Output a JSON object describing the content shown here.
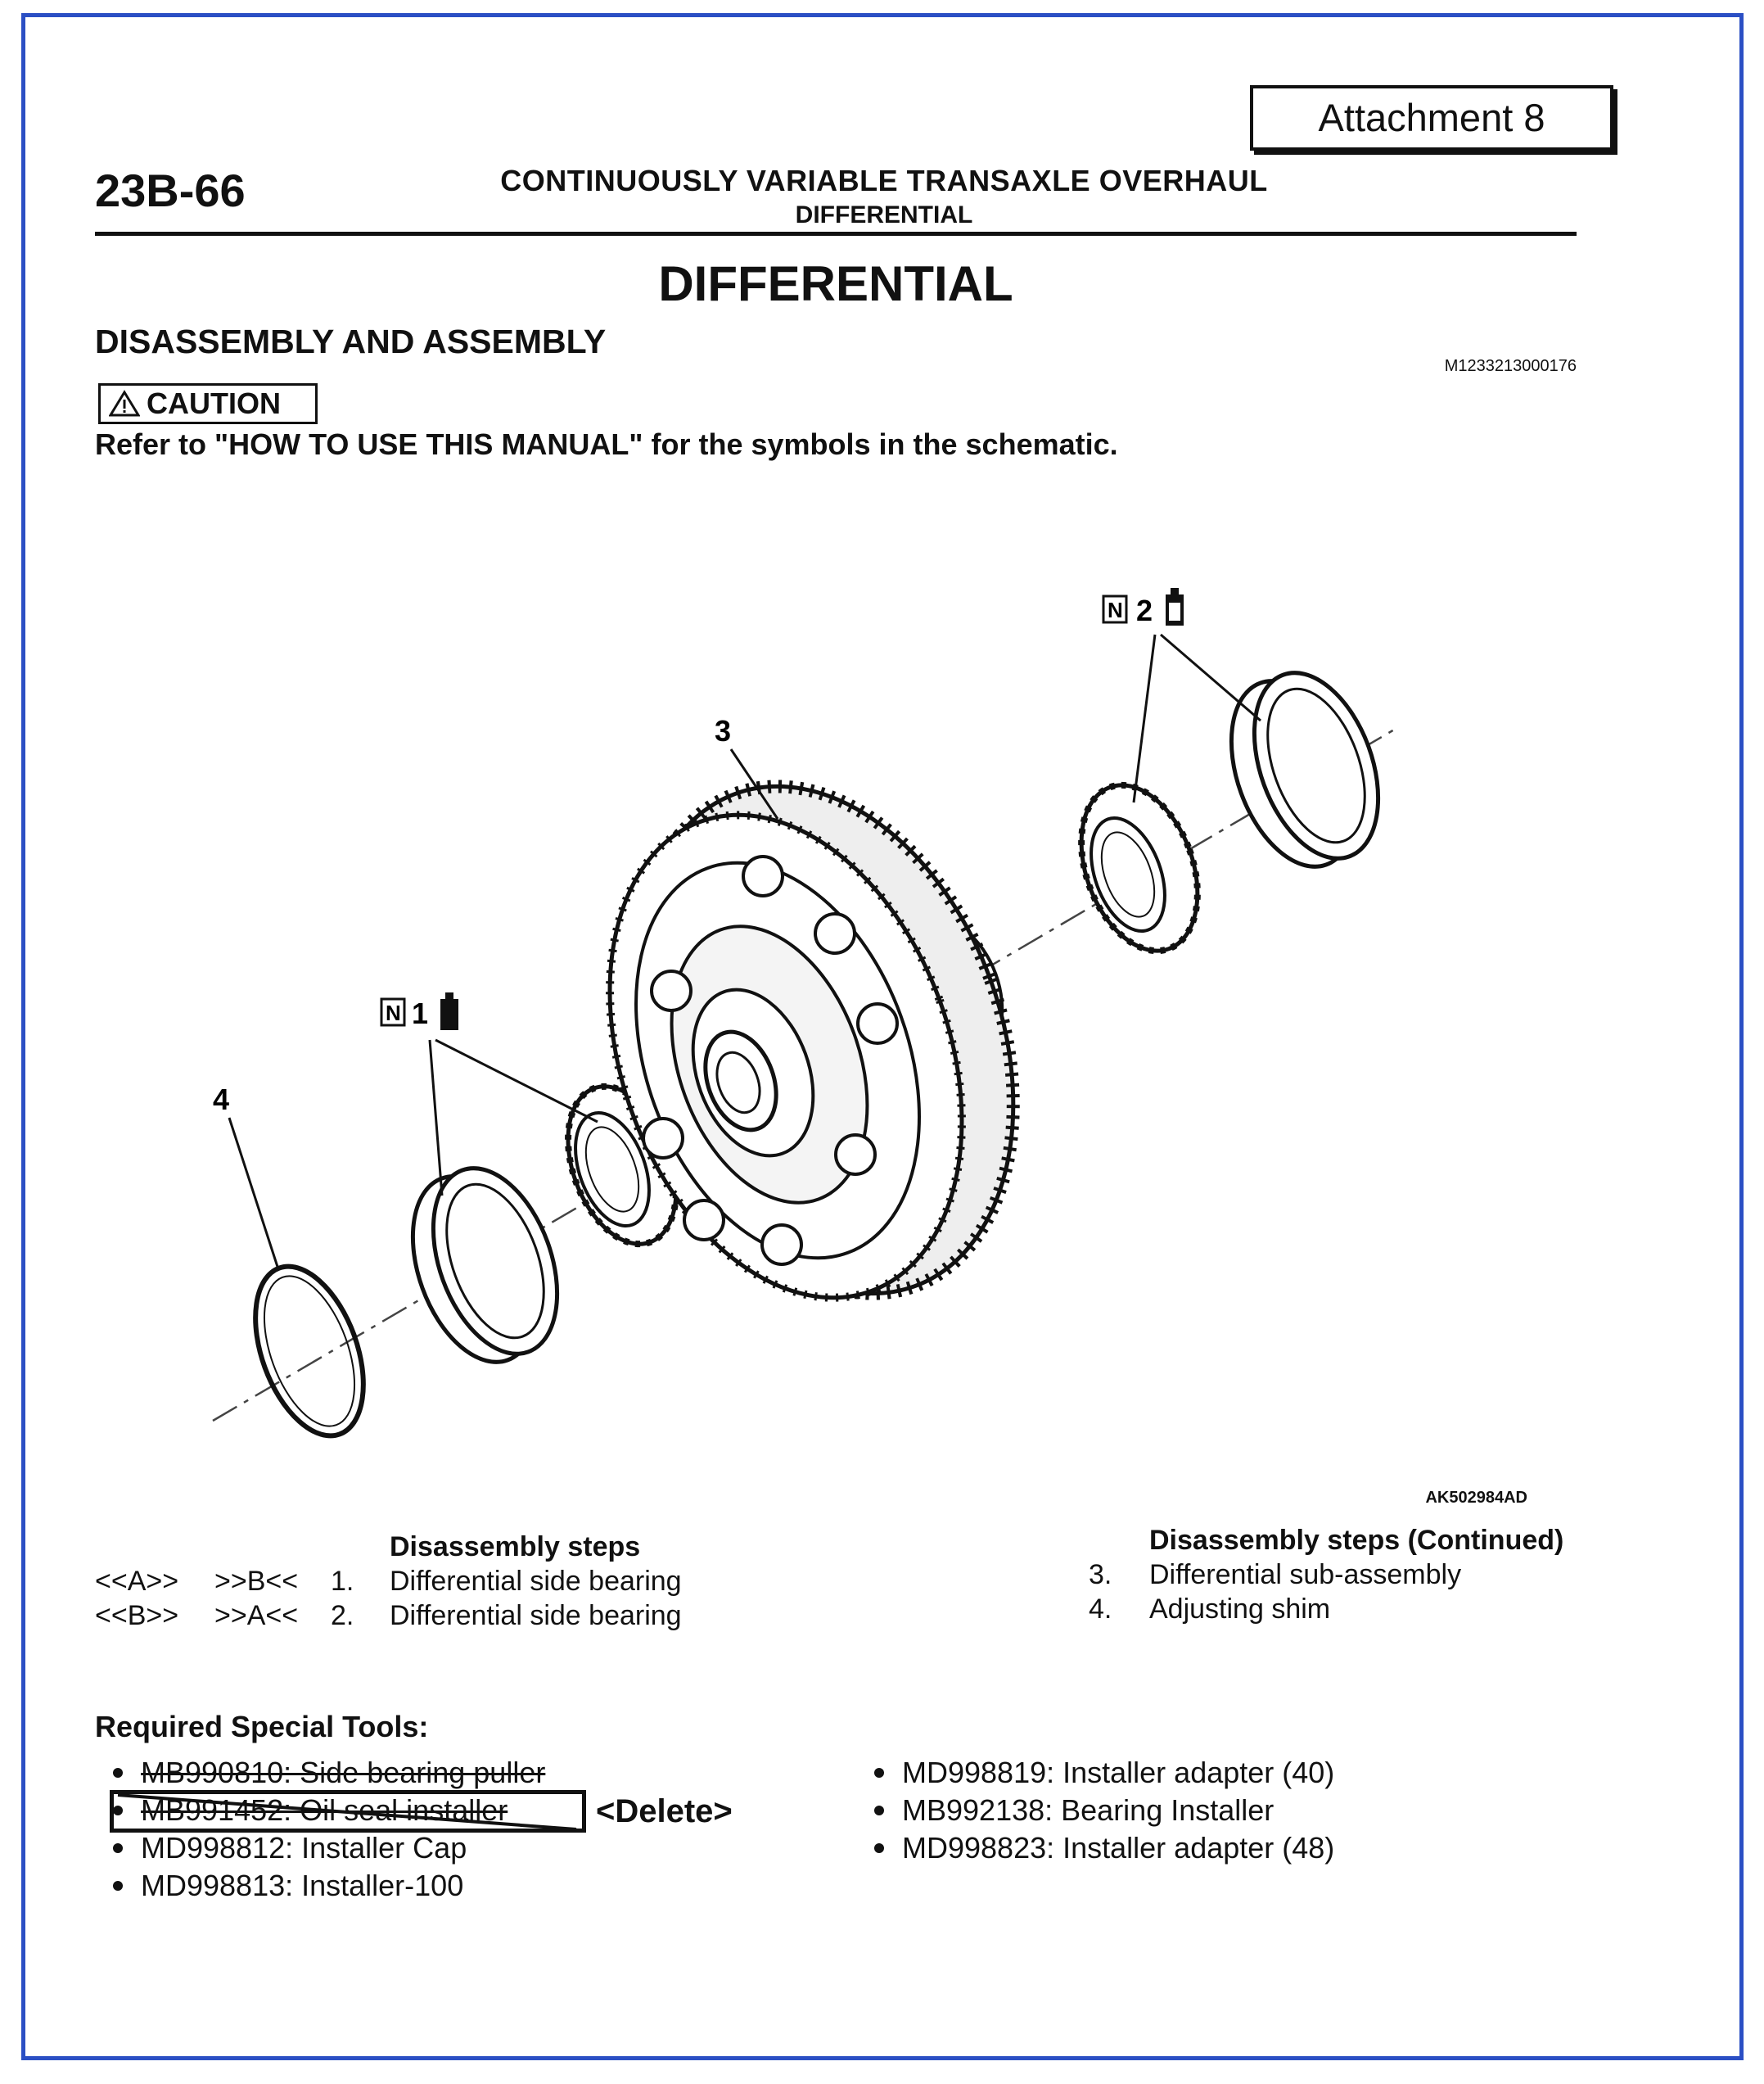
{
  "attachment_label": "Attachment 8",
  "header": {
    "page_number": "23B-66",
    "title": "CONTINUOUSLY VARIABLE TRANSAXLE OVERHAUL",
    "subtitle": "DIFFERENTIAL"
  },
  "section_title": "DIFFERENTIAL",
  "subsection_title": "DISASSEMBLY AND ASSEMBLY",
  "document_id": "M1233213000176",
  "caution": {
    "label": "CAUTION",
    "icon": "warning-triangle-icon",
    "text": "Refer to \"HOW TO USE THIS MANUAL\" for the symbols in the schematic."
  },
  "diagram": {
    "figure_id": "AK502984AD",
    "callouts": {
      "part1": "1",
      "part2": "2",
      "part3": "3",
      "part4": "4",
      "n_symbol": "N"
    }
  },
  "disassembly": {
    "heading": "Disassembly steps",
    "heading_continued": "Disassembly steps (Continued)",
    "steps": [
      {
        "ref1": "<<A>>",
        "ref2": ">>B<<",
        "num": "1.",
        "text": "Differential side bearing"
      },
      {
        "ref1": "<<B>>",
        "ref2": ">>A<<",
        "num": "2.",
        "text": "Differential side bearing"
      },
      {
        "num": "3.",
        "text": "Differential sub-assembly"
      },
      {
        "num": "4.",
        "text": "Adjusting shim"
      }
    ]
  },
  "special_tools": {
    "heading": "Required Special Tools:",
    "left": [
      "MB990810: Side bearing puller",
      "MB991452: Oil seal installer",
      "MD998812: Installer Cap",
      "MD998813: Installer-100"
    ],
    "right": [
      "MD998819: Installer adapter (40)",
      "MB992138: Bearing Installer",
      "MD998823: Installer adapter (48)"
    ],
    "delete_note": "<Delete>"
  },
  "colors": {
    "frame": "#2b4fc4",
    "ink": "#111111"
  }
}
